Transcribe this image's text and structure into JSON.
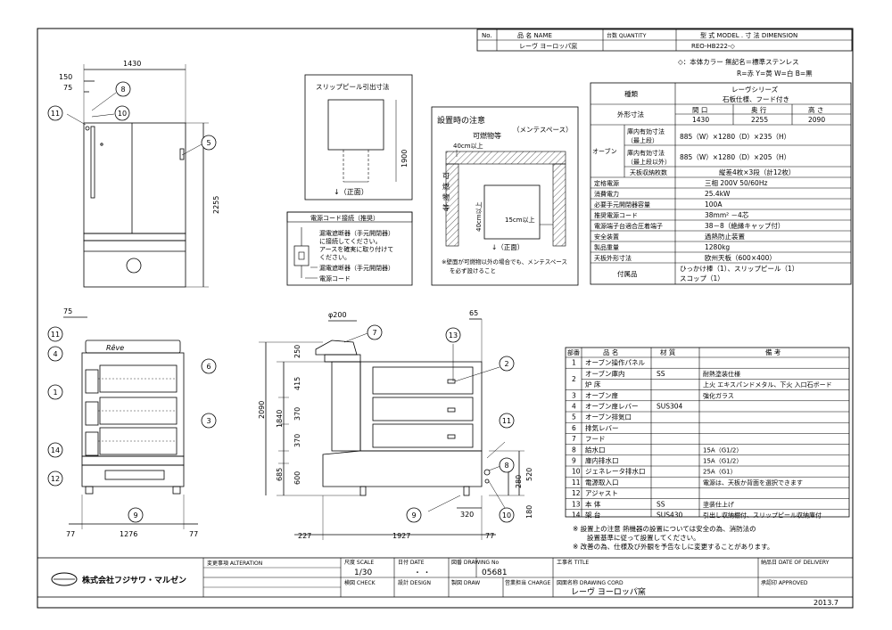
{
  "header": {
    "no_label": "No.",
    "name_label": "品 名 NAME",
    "qty_label": "台数 QUANTITY",
    "model_label": "型 式 MODEL . 寸 法 DIMENSION",
    "product_name": "レーヴ ヨーロッパ窯",
    "model_value": "REO-HB222-◇"
  },
  "color_note": {
    "line1": "◇：本体カラー 無記名＝標準ステンレス",
    "line2": "R=赤 Y=黄 W=白 B=黒"
  },
  "spec": {
    "series_label": "種類",
    "series_line1": "レーヴシリーズ",
    "series_line2": "石板仕様、フード付き",
    "dims_label": "外形寸法",
    "dims_headers": [
      "間 口",
      "奥 行",
      "高 さ"
    ],
    "dims_values": [
      "1430",
      "2255",
      "2090"
    ],
    "oven_label": "オーブン",
    "eff_top_label1": "庫内有効寸法",
    "eff_top_label2": "（最上段）",
    "eff_top_value": "885（W）×1280（D）×235（H）",
    "eff_other_label1": "庫内有効寸法",
    "eff_other_label2": "（最上段以外）",
    "eff_other_value": "885（W）×1280（D）×205（H）",
    "plates_label": "天板収納枚数",
    "plates_value": "縦差4枚×3段（計12枚）",
    "rows": [
      {
        "label": "定格電源",
        "value": "三相 200V 50/60Hz"
      },
      {
        "label": "消費電力",
        "value": "25.4kW"
      },
      {
        "label": "必要手元開閉器容量",
        "value": "100A"
      },
      {
        "label": "推奨電源コード",
        "value": "38mm² －4芯"
      },
      {
        "label": "電源端子台適合圧着端子",
        "value": "38－8（絶縁キャップ付）"
      },
      {
        "label": "安全装置",
        "value": "過熱防止装置"
      },
      {
        "label": "製品重量",
        "value": "1280kg"
      },
      {
        "label": "天板外形寸法",
        "value": "欧州天板（600×400）"
      }
    ],
    "acc_label": "付属品",
    "acc_line1": "ひっかけ棒（1）、スリップピール（1）",
    "acc_line2": "スコップ（1）"
  },
  "parts": {
    "headers": [
      "部番",
      "品 名",
      "材 質",
      "備 考"
    ],
    "rows": [
      {
        "no": "1",
        "name": "オーブン操作パネル",
        "material": "",
        "note": ""
      },
      {
        "no": "2",
        "name": "オーブン庫内",
        "material": "SS",
        "note": "耐熱塗装仕様"
      },
      {
        "no": "",
        "name": "炉 床",
        "material": "",
        "note": "上火 エキスパンドメタル、下火 入口石ボード"
      },
      {
        "no": "3",
        "name": "オーブン扉",
        "material": "",
        "note": "強化ガラス"
      },
      {
        "no": "4",
        "name": "オーブン扉レバー",
        "material": "SUS304",
        "note": ""
      },
      {
        "no": "5",
        "name": "オーブン排気口",
        "material": "",
        "note": ""
      },
      {
        "no": "6",
        "name": "排気レバー",
        "material": "",
        "note": ""
      },
      {
        "no": "7",
        "name": "フード",
        "material": "",
        "note": ""
      },
      {
        "no": "8",
        "name": "給水口",
        "material": "",
        "note": "15A（G1/2）"
      },
      {
        "no": "9",
        "name": "庫内排水口",
        "material": "",
        "note": "15A（G1/2）"
      },
      {
        "no": "10",
        "name": "ジェネレータ排水口",
        "material": "",
        "note": "25A（G1）"
      },
      {
        "no": "11",
        "name": "電源取入口",
        "material": "",
        "note": "電源は、天板か背面を選択できます"
      },
      {
        "no": "12",
        "name": "アジャスト",
        "material": "",
        "note": ""
      },
      {
        "no": "13",
        "name": "本 体",
        "material": "SS",
        "note": "塗装仕上げ"
      },
      {
        "no": "14",
        "name": "架 台",
        "material": "SUS430",
        "note": "引出し収納棚付、スリップピール収納庫付"
      }
    ]
  },
  "notes": {
    "n1a": "※ 設置上の注意 熱機器の設置については安全の為、消防法の",
    "n1b": "設置基準に従って設置してください。",
    "n2": "※ 改善の為、仕様及び外観を予告なしに変更することがあります。"
  },
  "slip_peel": {
    "title": "スリップピール引出寸法",
    "dim": "1900",
    "front": "↓（正面）"
  },
  "install": {
    "title": "設置時の注意",
    "subtitle": "（メンテスペース）",
    "flammable_top": "可燃物等",
    "flammable_left": "可燃物等",
    "d40_top": "40cm以上",
    "d40_left": "40cm以上",
    "d15": "15cm以上",
    "front": "↓（正面）",
    "note1": "※壁面が可燃物以外の場合でも、メンテスペース",
    "note2": "を必ず設けること"
  },
  "power_cord": {
    "title": "電源コード接続（推奨）",
    "t1": "漏電遮断器（手元開閉器）",
    "t2": "に接続してください。",
    "t3": "アースを確実に取り付けて",
    "t4": "ください。",
    "l1": "漏電遮断器（手元開閉器）",
    "l2": "電源コード"
  },
  "front_view": {
    "dim_width": "1430",
    "dim_150": "150",
    "dim_75": "75",
    "dim_height": "2255",
    "callouts": [
      "8",
      "10",
      "11",
      "5"
    ]
  },
  "lower_front": {
    "logo": "Rêve",
    "dim_75": "75",
    "dim_left": "77",
    "dim_mid": "1276",
    "dim_right": "77",
    "callouts": [
      "11",
      "4",
      "1",
      "14",
      "12",
      "6",
      "3",
      "9"
    ]
  },
  "side_view": {
    "dim_phi": "φ200",
    "dim_65": "65",
    "dims_v_left": [
      "250",
      "415",
      "370",
      "370",
      "685",
      "600"
    ],
    "dim_1840": "1840",
    "dim_2090": "2090",
    "dims_v_right": [
      "520",
      "280",
      "180"
    ],
    "dim_227": "227",
    "dim_1927": "1927",
    "dim_77": "77",
    "dim_320": "320",
    "callouts": [
      "7",
      "13",
      "2",
      "11",
      "8",
      "9",
      "10"
    ]
  },
  "title_block": {
    "company": "株式会社フジサワ・マルゼン",
    "alteration_label": "変更事項 ALTERATION",
    "scale_label": "尺度 SCALE",
    "scale_value": "1/30",
    "date_label": "日付 DATE",
    "date_value": "・ ・",
    "drawing_no_label": "図番 DRAWING No",
    "drawing_no_value": "05681",
    "title_label": "工事名 TITLE",
    "delivery_label": "納品日 DATE OF DELIVERY",
    "check_label": "検図 CHECK",
    "design_label": "設計 DESIGN",
    "draw_label": "製図 DRAW",
    "charge_label": "営業担当 CHARGE",
    "cord_label": "図面名称 DRAWING CORD",
    "cord_value": "レーヴ ヨーロッパ窯",
    "approved_label": "承認印 APPROVED",
    "year": "2013.7"
  }
}
